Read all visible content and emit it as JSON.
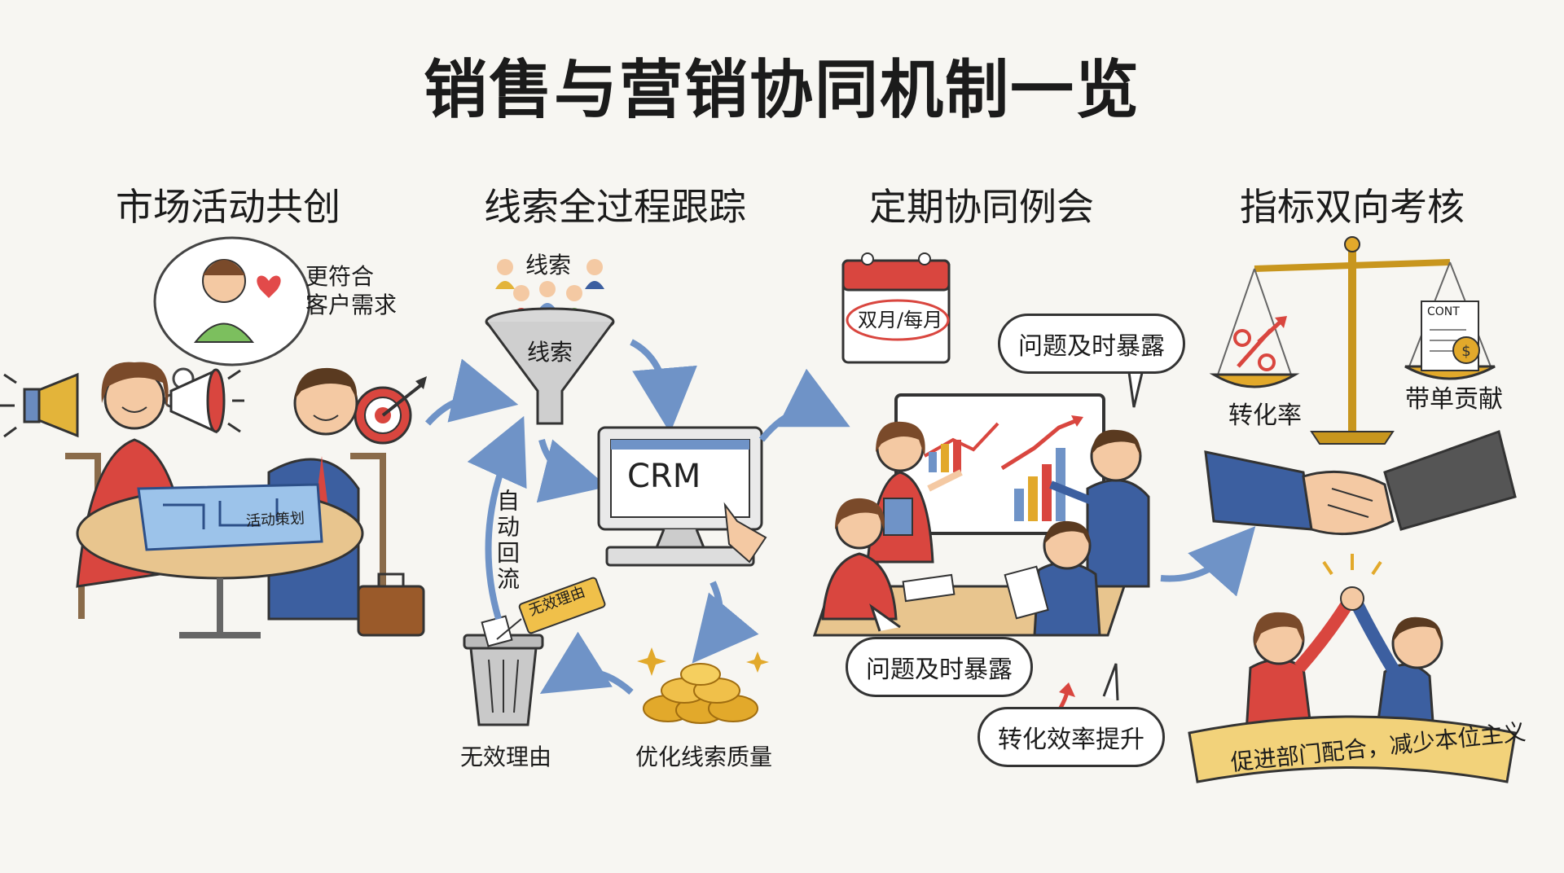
{
  "title": "销售与营销协同机制一览",
  "sections": [
    {
      "heading": "市场活动共创",
      "thought": "更符合\n客户需求",
      "plan_label": "活动策划"
    },
    {
      "heading": "线索全过程跟踪",
      "leads_top": "线索",
      "funnel_label": "线索",
      "crm": "CRM",
      "return_label": "自动回流",
      "invalid_tag": "无效理由",
      "invalid_label": "无效理由",
      "optimize_label": "优化线索质量"
    },
    {
      "heading": "定期协同例会",
      "calendar": "双月/每月",
      "bubble_top": "问题及时暴露",
      "bubble_bottom": "问题及时暴露",
      "bubble_efficiency": "转化效率提升"
    },
    {
      "heading": "指标双向考核",
      "scale_left": "转化率",
      "scale_right": "带单贡献",
      "doc_text": "CONT",
      "banner": "促进部门配合，减少本位主义"
    }
  ],
  "colors": {
    "red": "#d9463f",
    "blue": "#3c5fa0",
    "arrow": "#6f93c7",
    "gold": "#e2a92b",
    "skin": "#f4c9a3"
  }
}
